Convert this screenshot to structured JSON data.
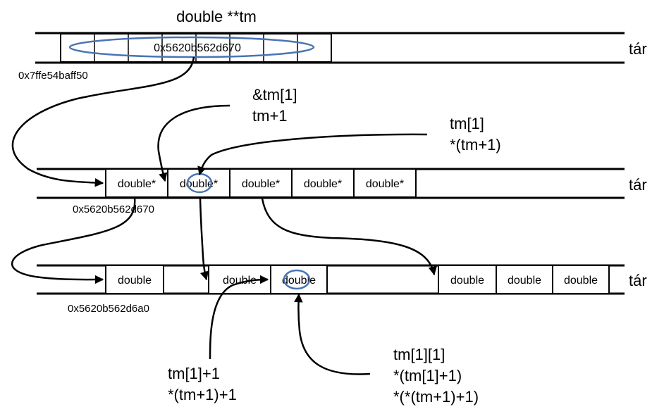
{
  "title": "double **tm",
  "memory_label": "tár",
  "row1": {
    "value": "0x5620b562d670",
    "address": "0x7ffe54baff50"
  },
  "row2": {
    "cells": [
      "double*",
      "double*",
      "double*",
      "double*",
      "double*"
    ],
    "address": "0x5620b562d670"
  },
  "row3": {
    "cells": [
      "double",
      "double",
      "double",
      "double",
      "double",
      "double"
    ],
    "address": "0x5620b562d6a0"
  },
  "annotations": {
    "addr_tm1": [
      "&tm[1]",
      "tm+1"
    ],
    "val_tm1": [
      "tm[1]",
      "*(tm+1)"
    ],
    "addr_tm11": [
      "tm[1]+1",
      "*(tm+1)+1"
    ],
    "val_tm11": [
      "tm[1][1]",
      "*(tm[1]+1)",
      "*(*(tm+1)+1)"
    ]
  },
  "colors": {
    "highlight_ring": "#4a74b4",
    "line": "#000000",
    "background": "#ffffff"
  }
}
